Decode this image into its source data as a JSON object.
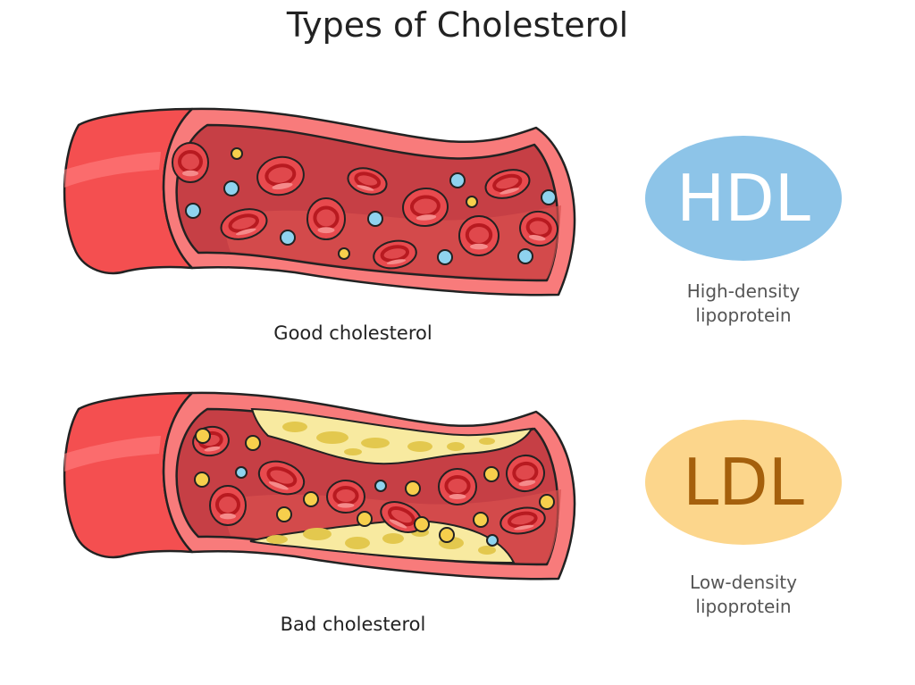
{
  "title": "Types of Cholesterol",
  "good": {
    "caption": "Good cholesterol",
    "badge": "HDL",
    "description_line1": "High-density",
    "description_line2": "lipoprotein",
    "badge_color": "#8dc4e8",
    "badge_text_color": "#ffffff"
  },
  "bad": {
    "caption": "Bad cholesterol",
    "badge": "LDL",
    "description_line1": "Low-density",
    "description_line2": "lipoprotein",
    "badge_color": "#fcd68c",
    "badge_text_color": "#a5600c"
  },
  "colors": {
    "vessel_cap": "#f44f50",
    "vessel_wall": "#f87b7b",
    "lumen": "#c63f45",
    "red_cell": "#e84a4e",
    "hdl_particle": "#8fd3ef",
    "ldl_particle": "#f7cf4c",
    "plaque": "#f8eaa0"
  }
}
